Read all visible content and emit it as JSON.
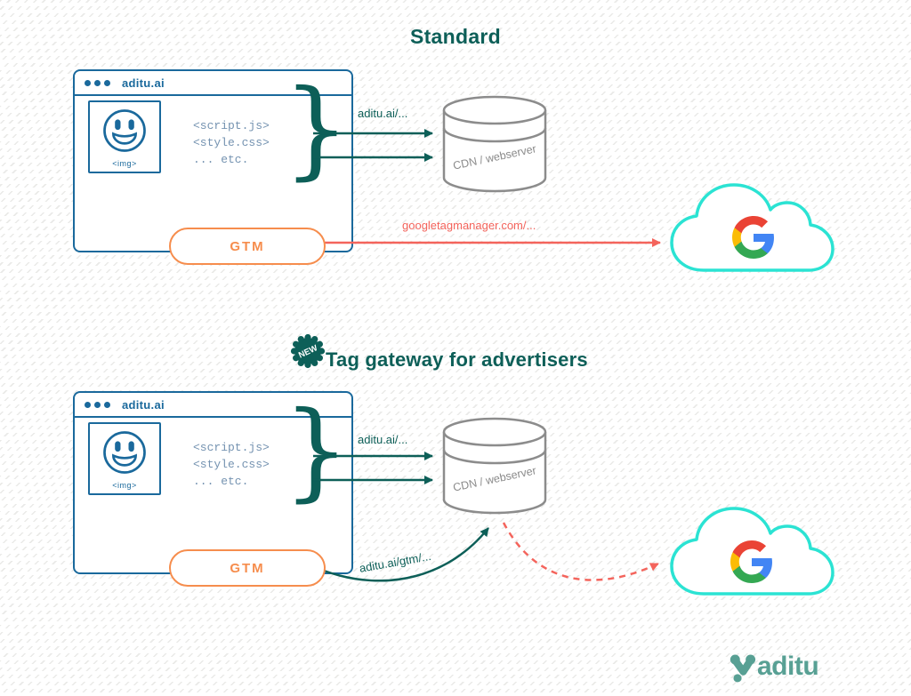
{
  "colors": {
    "browser_blue": "#1a699c",
    "teal": "#0d5f58",
    "orange": "#f68d4d",
    "red": "#f4645c",
    "cloud_cyan": "#2be3d3",
    "cylinder_gray": "#8c8c8c",
    "code_blue_gray": "#7593b1",
    "brand_teal": "#58a094",
    "google_blue": "#4285F4",
    "google_red": "#EA4335",
    "google_yellow": "#FBBC05",
    "google_green": "#34A853"
  },
  "standard_section": {
    "title": "Standard",
    "browser": {
      "url": "aditu.ai",
      "img_label": "<img>",
      "code_lines": [
        "<script.js>",
        "<style.css>",
        "... etc."
      ],
      "brace": "}",
      "gtm_label": "GTM"
    },
    "asset_arrow_label": "aditu.ai/...",
    "cdn_label": "CDN / webserver",
    "gtm_arrow_label": "googletagmanager.com/..."
  },
  "gateway_section": {
    "badge_label": "NEW",
    "title": "Tag gateway for advertisers",
    "browser": {
      "url": "aditu.ai",
      "img_label": "<img>",
      "code_lines": [
        "<script.js>",
        "<style.css>",
        "... etc."
      ],
      "brace": "}",
      "gtm_label": "GTM"
    },
    "asset_arrow_label": "aditu.ai/...",
    "cdn_label": "CDN / webserver",
    "gtm_arrow_label": "aditu.ai/gtm/..."
  },
  "footer": {
    "brand": "aditu"
  }
}
